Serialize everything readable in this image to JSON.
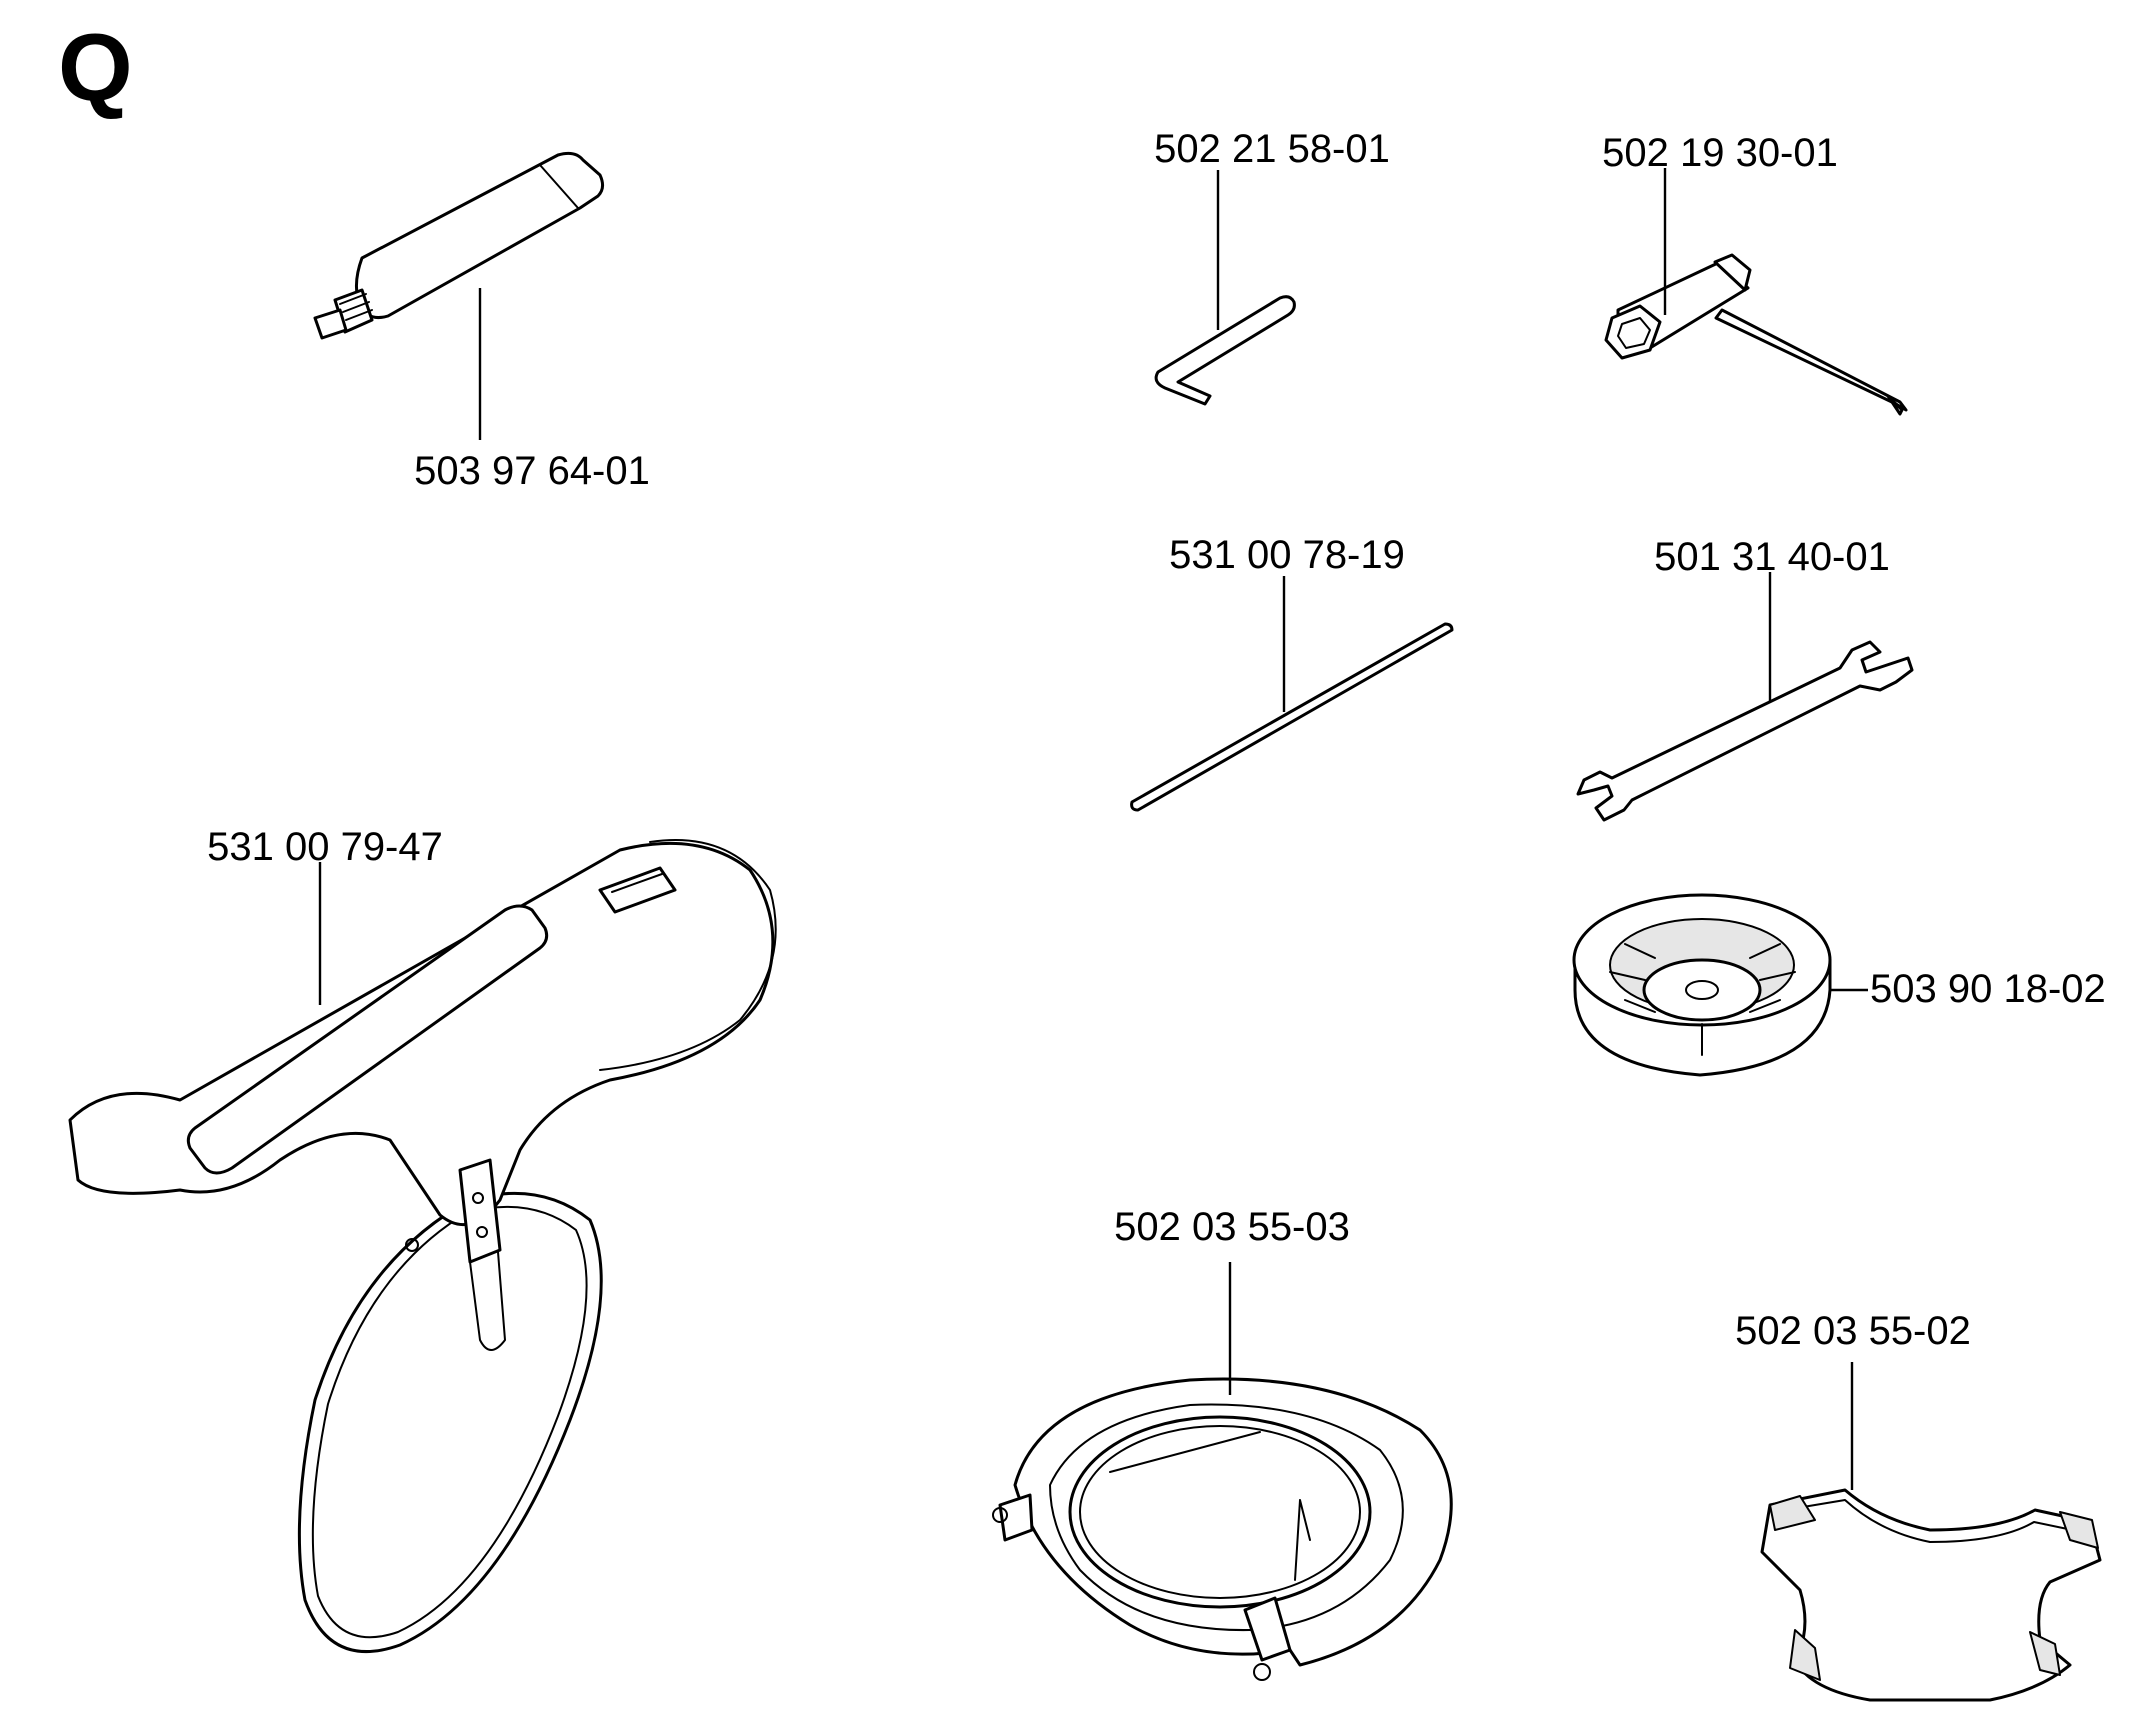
{
  "section_letter": "Q",
  "parts": [
    {
      "id": "grease-gun",
      "label": "503 97 64-01"
    },
    {
      "id": "hex-key",
      "label": "502 21 58-01"
    },
    {
      "id": "combination-spanner",
      "label": "502 19 30-01"
    },
    {
      "id": "rod",
      "label": "531 00 78-19"
    },
    {
      "id": "open-end-wrench",
      "label": "501 31 40-01"
    },
    {
      "id": "harness",
      "label": "531 00 79-47"
    },
    {
      "id": "support-cup",
      "label": "503 90 18-02"
    },
    {
      "id": "hip-pad-ring",
      "label": "502 03 55-03"
    },
    {
      "id": "harness-plate",
      "label": "502 03 55-02"
    }
  ]
}
